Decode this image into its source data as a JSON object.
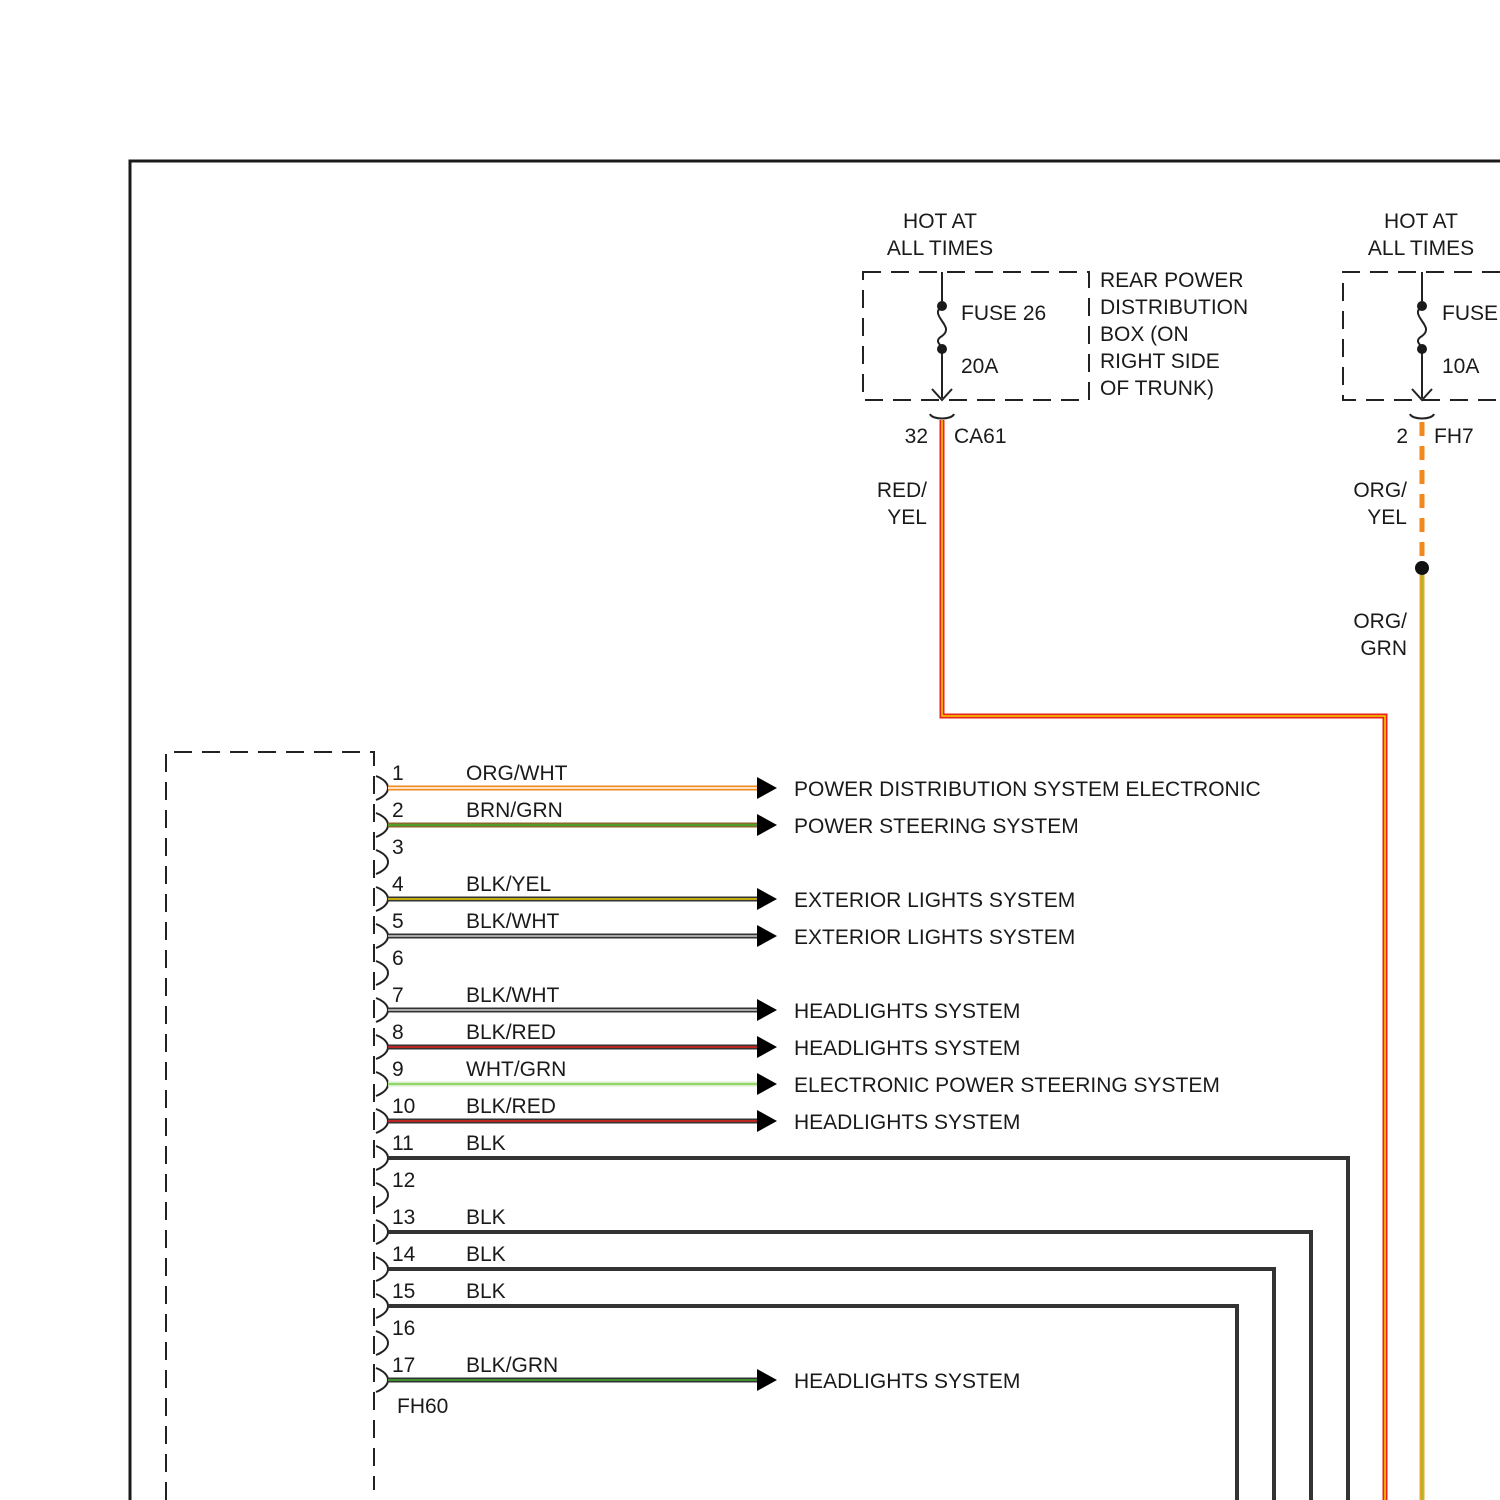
{
  "fuse_a": {
    "hot_line1": "HOT AT",
    "hot_line2": "ALL TIMES",
    "name": "FUSE 26",
    "rating": "20A",
    "box_lines": [
      "REAR POWER",
      "DISTRIBUTION",
      "BOX (ON",
      "RIGHT SIDE",
      "OF TRUNK)"
    ],
    "pin": "32",
    "connector": "CA61",
    "wire_line1": "RED/",
    "wire_line2": "YEL",
    "wire_color": "#e8231c",
    "wire_stripe": "#f3d400"
  },
  "fuse_b": {
    "hot_line1": "HOT AT",
    "hot_line2": "ALL TIMES",
    "name": "FUSE",
    "rating": "10A",
    "pin": "2",
    "connector": "FH7",
    "wire_top_line1": "ORG/",
    "wire_top_line2": "YEL",
    "wire_top_color": "#f08a1e",
    "wire_bottom_line1": "ORG/",
    "wire_bottom_line2": "GRN",
    "wire_bottom_color": "#f0a22a",
    "wire_bottom_stripe": "#8fbf2a"
  },
  "harness_connector": "FH60",
  "pins": [
    {
      "pin": "1",
      "wire": "ORG/WHT",
      "color": "#f08a1e",
      "stripe": "#ffffff",
      "dest": "POWER DISTRIBUTION SYSTEM ELECTRONIC"
    },
    {
      "pin": "2",
      "wire": "BRN/GRN",
      "color": "#8a6a2a",
      "stripe": "#3fae2a",
      "dest": "POWER STEERING SYSTEM"
    },
    {
      "pin": "3",
      "wire": "",
      "color": "",
      "stripe": "",
      "dest": ""
    },
    {
      "pin": "4",
      "wire": "BLK/YEL",
      "color": "#333333",
      "stripe": "#f3d400",
      "dest": "EXTERIOR LIGHTS SYSTEM"
    },
    {
      "pin": "5",
      "wire": "BLK/WHT",
      "color": "#333333",
      "stripe": "#cfcfcf",
      "dest": "EXTERIOR LIGHTS SYSTEM"
    },
    {
      "pin": "6",
      "wire": "",
      "color": "",
      "stripe": "",
      "dest": ""
    },
    {
      "pin": "7",
      "wire": "BLK/WHT",
      "color": "#333333",
      "stripe": "#cfcfcf",
      "dest": "HEADLIGHTS SYSTEM"
    },
    {
      "pin": "8",
      "wire": "BLK/RED",
      "color": "#333333",
      "stripe": "#e8231c",
      "dest": "HEADLIGHTS SYSTEM"
    },
    {
      "pin": "9",
      "wire": "WHT/GRN",
      "color": "#d8ecc8",
      "stripe": "#7ccf4a",
      "dest": "ELECTRONIC POWER STEERING SYSTEM"
    },
    {
      "pin": "10",
      "wire": "BLK/RED",
      "color": "#333333",
      "stripe": "#e8231c",
      "dest": "HEADLIGHTS SYSTEM"
    },
    {
      "pin": "11",
      "wire": "BLK",
      "color": "#333333",
      "stripe": "",
      "dest": ""
    },
    {
      "pin": "12",
      "wire": "",
      "color": "",
      "stripe": "",
      "dest": ""
    },
    {
      "pin": "13",
      "wire": "BLK",
      "color": "#333333",
      "stripe": "",
      "dest": ""
    },
    {
      "pin": "14",
      "wire": "BLK",
      "color": "#333333",
      "stripe": "",
      "dest": ""
    },
    {
      "pin": "15",
      "wire": "BLK",
      "color": "#333333",
      "stripe": "",
      "dest": ""
    },
    {
      "pin": "16",
      "wire": "",
      "color": "",
      "stripe": "",
      "dest": ""
    },
    {
      "pin": "17",
      "wire": "BLK/GRN",
      "color": "#333333",
      "stripe": "#3fae2a",
      "dest": "HEADLIGHTS SYSTEM"
    }
  ]
}
